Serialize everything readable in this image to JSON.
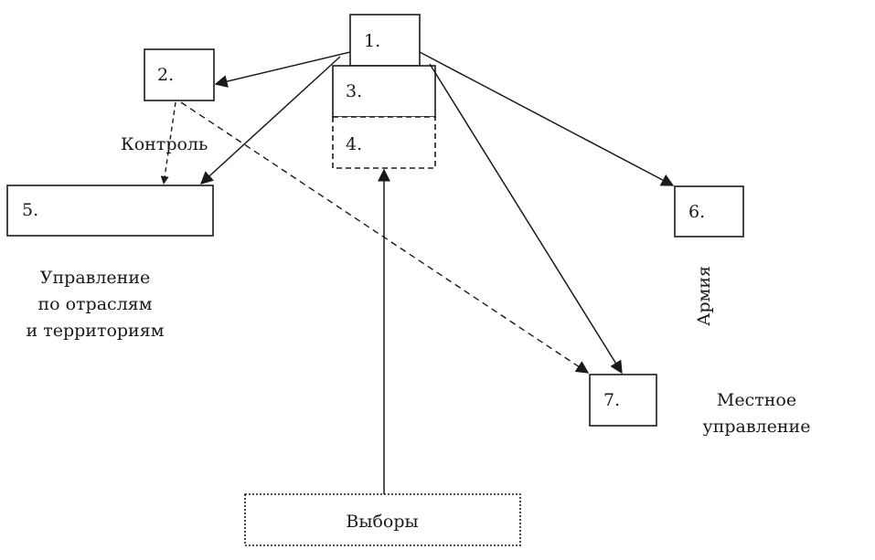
{
  "boxes": {
    "b1": "1.",
    "b2": "2.",
    "b3": "3.",
    "b4": "4.",
    "b5": "5.",
    "b6": "6.",
    "b7": "7.",
    "elections": "Выборы"
  },
  "notes": {
    "control": "Контроль",
    "management_line1": "Управление",
    "management_line2": "по отраслям",
    "management_line3": "и территориям",
    "army": "Армия",
    "local_line1": "Местное",
    "local_line2": "управление"
  },
  "colors": {
    "ink": "#1a1a1a",
    "background": "#ffffff"
  }
}
